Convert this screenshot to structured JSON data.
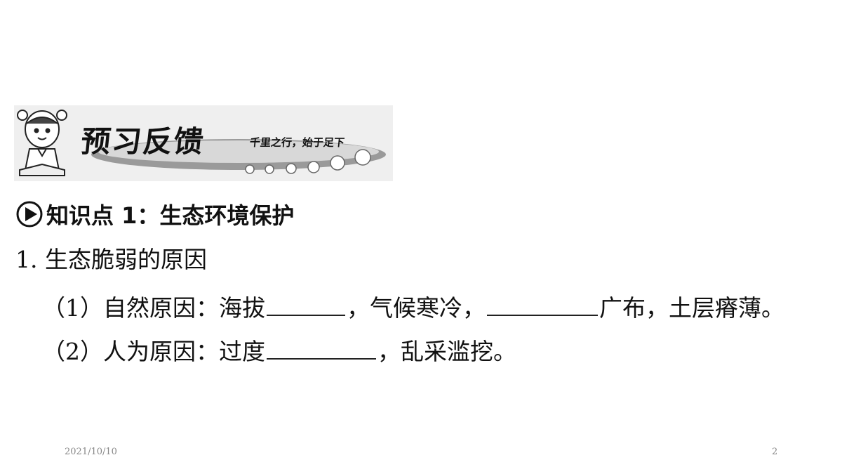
{
  "banner": {
    "title": "预习反馈",
    "slogan": "千里之行，始于足下"
  },
  "knowledge_point": {
    "heading": "知识点 1：生态环境保护"
  },
  "question": {
    "title": "1. 生态脆弱的原因",
    "item1": {
      "label": "（1）自然原因：海拔",
      "mid": "，气候寒冷，",
      "end": "广布，土层瘠薄。"
    },
    "item2": {
      "label": "（2）人为原因：过度",
      "end": "，乱采滥挖。"
    }
  },
  "footer": {
    "date": "2021/10/10",
    "page_number": "2"
  }
}
